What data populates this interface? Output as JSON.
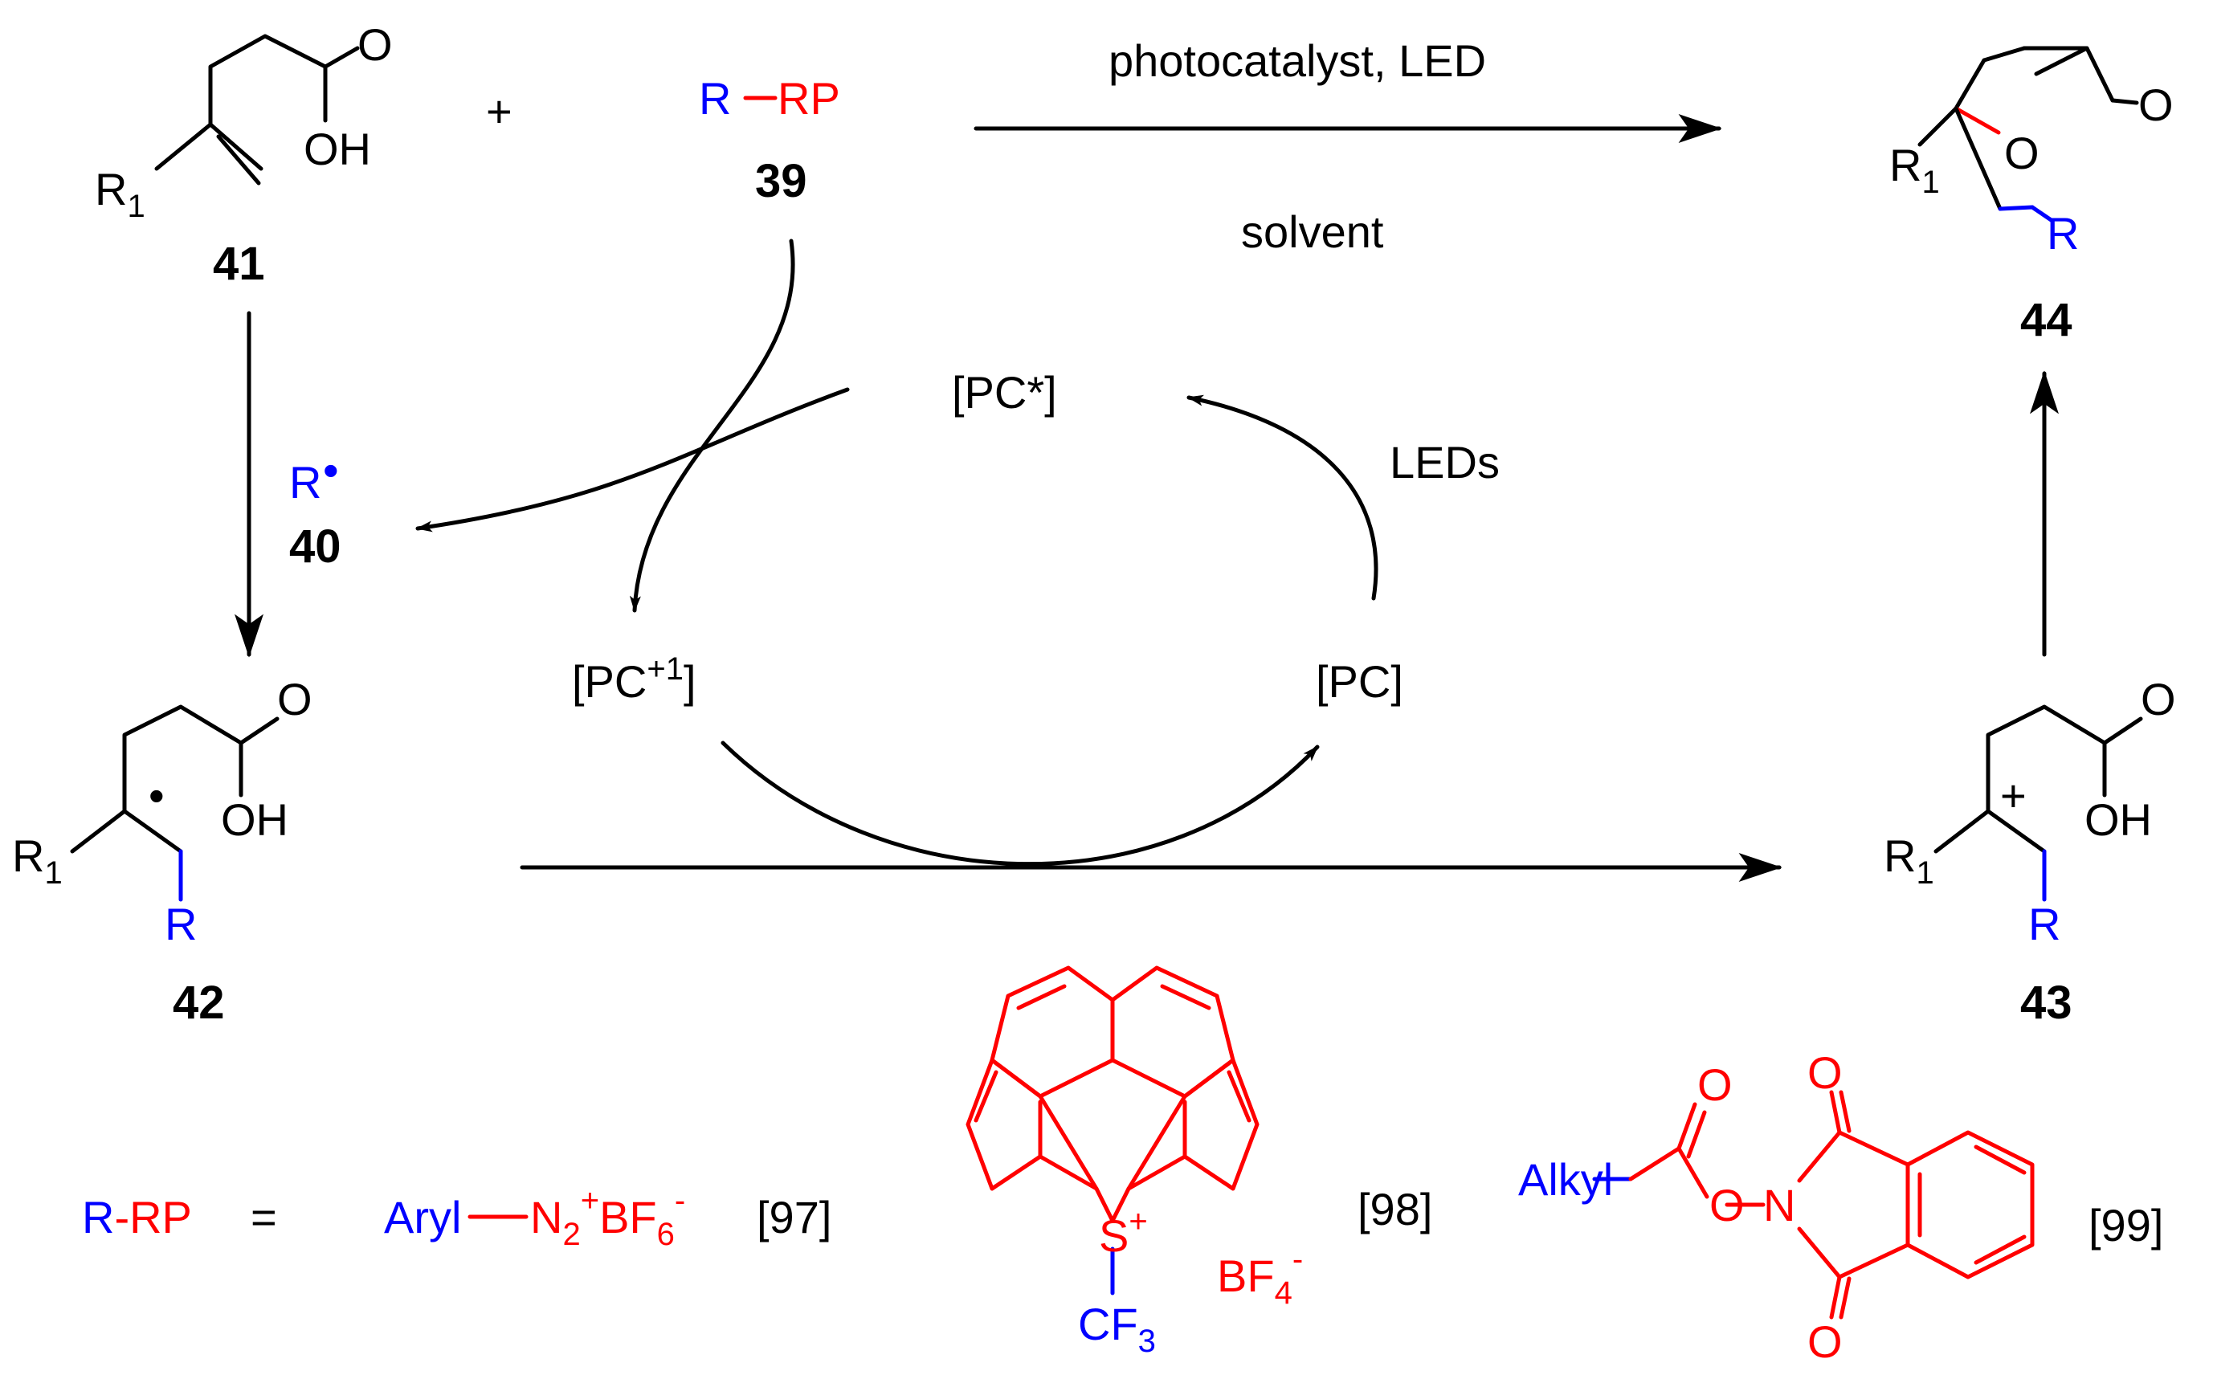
{
  "colors": {
    "black": "#000000",
    "red": "#ff0000",
    "blue": "#0000ff"
  },
  "compounds": {
    "c39": "39",
    "c40": "40",
    "c41": "41",
    "c42": "42",
    "c43": "43",
    "c44": "44"
  },
  "atoms": {
    "O": "O",
    "OH": "OH",
    "R": "R",
    "R1": "R",
    "sub1": "1",
    "RP": "RP",
    "plus": "+",
    "dot": "•",
    "F3": "3",
    "C": "C",
    "F": "F"
  },
  "conditions": {
    "top": "photocatalyst, LED",
    "bottom": "solvent",
    "leds": "LEDs"
  },
  "catalyst": {
    "pc_star": "[PC*]",
    "pc_ox_open": "[PC",
    "pc_ox_sup": "+1",
    "pc_ox_close": "]",
    "pc": "[PC]"
  },
  "definition": {
    "label_r": "R",
    "label_rp": "-RP",
    "equals": "=",
    "aryl": "Aryl",
    "n": "N",
    "n_sub": "2",
    "n_sup": "+",
    "bf": "BF",
    "bf_sub": "6",
    "bf_sup": "-",
    "ref97": "[97]",
    "ref98": "[98]",
    "ref99": "[99]",
    "s": "S",
    "s_sup": "+",
    "bf4": "BF",
    "bf4_sub": "4",
    "bf4_sup": "-",
    "cf": "CF",
    "cf_sub": "3",
    "alkyl": "Alkyl",
    "o": "O",
    "n2": "N"
  }
}
